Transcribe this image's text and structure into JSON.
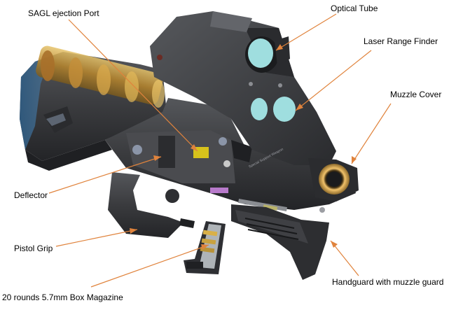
{
  "labels": {
    "optical_tube": "Optical Tube",
    "sagl_port": "SAGL ejection Port",
    "laser_range_finder": "Laser Range Finder",
    "muzzle_cover": "Muzzle Cover",
    "deflector": "Deflector",
    "pistol_grip": "Pistol Grip",
    "magazine": "20 rounds 5.7mm Box Magazine",
    "handguard": "Handguard with muzzle guard",
    "engraving": "Special Support Weapon"
  },
  "colors": {
    "body": "#3c3d3f",
    "body_dark": "#26272a",
    "body_light": "#5a5c60",
    "lens": "#9fdedf",
    "leader": "#e0833c",
    "ammo": "#c79a35",
    "muzzle_ring": "#d8a84f",
    "stock_blue": "#3a5a78"
  }
}
